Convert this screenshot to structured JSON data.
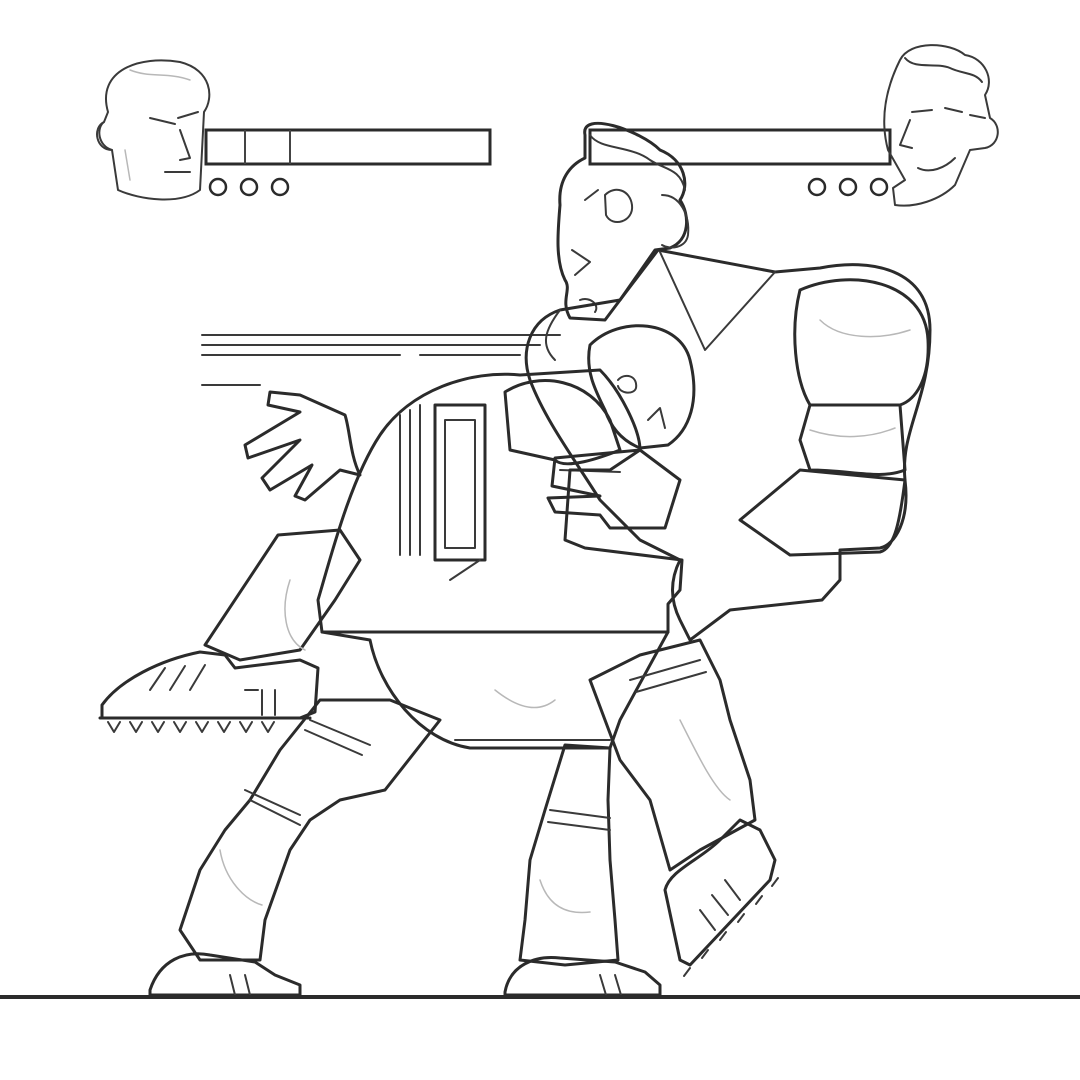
{
  "colors": {
    "ink": "#2b2b2b",
    "paper": "#ffffff",
    "faint": "#b8b8b8"
  },
  "hud": {
    "player1": {
      "portrait_icon": "bald-fighter-portrait-icon",
      "health": 1.0,
      "rounds_total": 3,
      "rounds_won": 0
    },
    "player2": {
      "portrait_icon": "curly-hair-fighter-portrait-icon",
      "health": 1.0,
      "rounds_total": 3,
      "rounds_won": 0
    }
  },
  "scene": {
    "description_icon": "headbutt-attack-icon",
    "ground_line": true
  }
}
